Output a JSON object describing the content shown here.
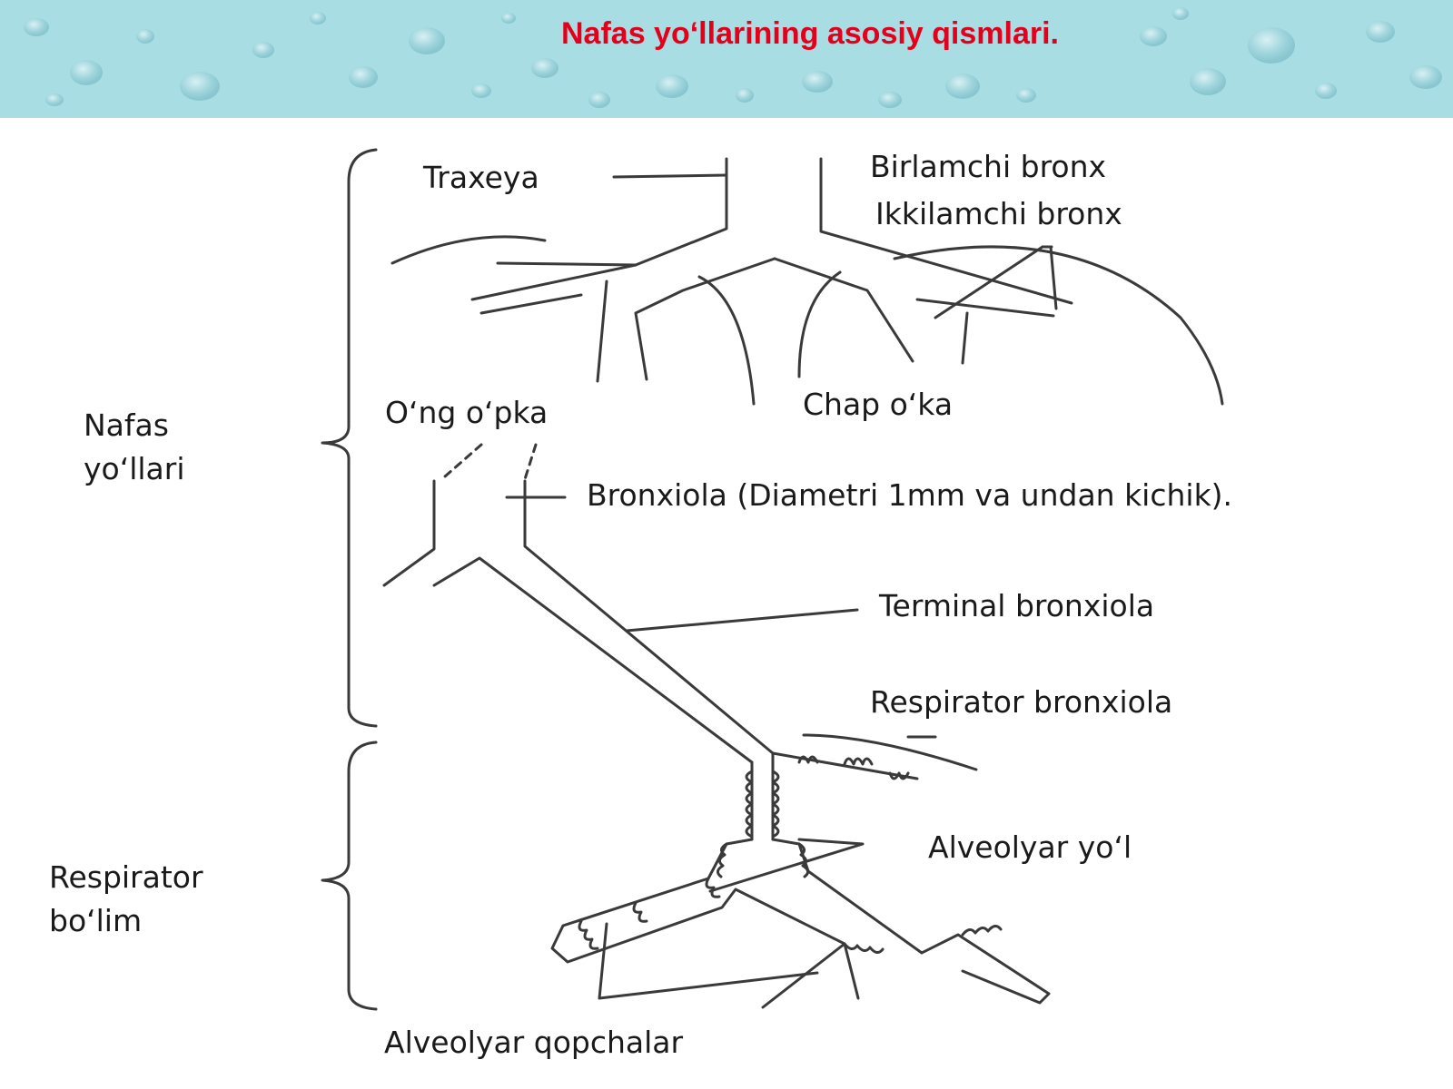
{
  "slide": {
    "title": "Nafas yo‘llarining asosiy qismlari.",
    "title_color": "#e3001b",
    "header_color": "#a9dde4"
  },
  "diagram": {
    "groups": {
      "airways": {
        "line1": "Nafas",
        "line2": "yo‘llari"
      },
      "respiratory": {
        "line1": "Respirator",
        "line2": "bo‘lim"
      }
    },
    "labels": {
      "trachea": "Traxeya",
      "primary_bronchus": "Birlamchi bronx",
      "secondary_bronchus": "Ikkilamchi bronx",
      "right_lung": "O‘ng o‘pka",
      "left_lung": "Chap o‘ka",
      "bronchiole": "Bronxiola (Diametri 1mm va undan kichik).",
      "terminal_bronchiole": "Terminal bronxiola",
      "respiratory_bronchiole": "Respirator bronxiola",
      "alveolar_duct": "Alveolyar yo‘l",
      "alveolar_sacs": "Alveolyar qopchalar"
    }
  }
}
